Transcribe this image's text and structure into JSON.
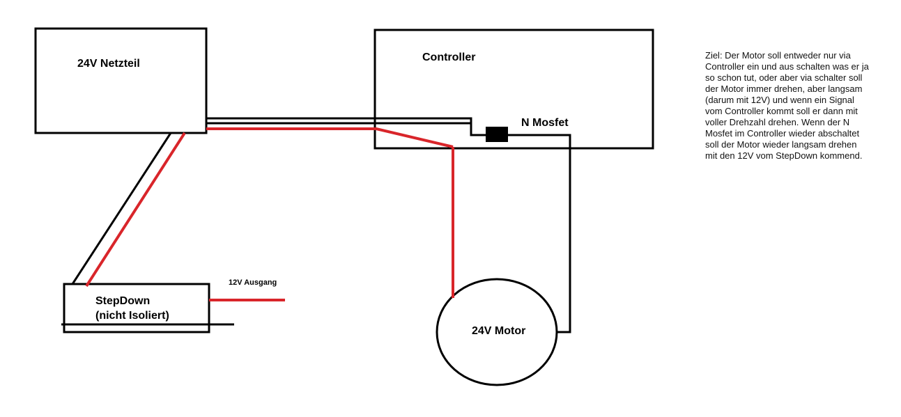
{
  "labels": {
    "power_supply": "24V Netzteil",
    "controller": "Controller",
    "mosfet": "N Mosfet",
    "stepdown_line1": "StepDown",
    "stepdown_line2": "(nicht Isoliert)",
    "output": "12V Ausgang",
    "motor": "24V Motor"
  },
  "note": {
    "lines": [
      "Ziel: Der Motor soll entweder nur via",
      "Controller ein und aus schalten was er ja",
      "so schon tut, oder aber via schalter soll",
      "der Motor immer drehen, aber langsam",
      "(darum mit 12V) und wenn ein Signal",
      "vom Controller kommt soll er dann mit",
      "voller Drehzahl drehen. Wenn der N",
      "Mosfet im Controller wieder abschaltet",
      "soll der Motor wieder langsam drehen",
      "mit den 12V vom StepDown kommend."
    ]
  },
  "colors": {
    "wire_red": "#d9252a",
    "wire_black": "#000000",
    "outline": "#000000"
  }
}
